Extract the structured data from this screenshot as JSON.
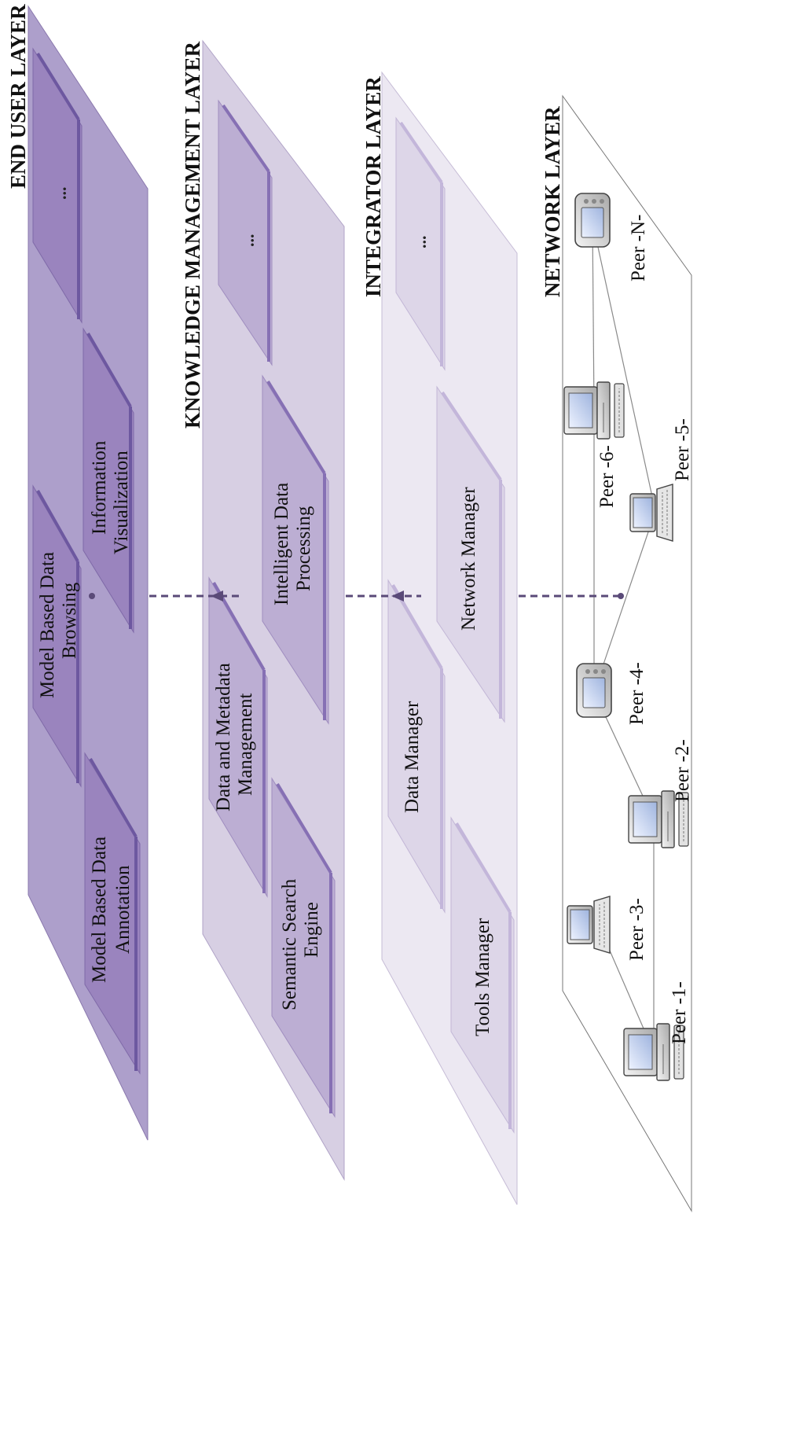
{
  "layers": {
    "end_user": {
      "title": "END USER LAYER",
      "modules": {
        "annotation": [
          "Model Based Data",
          "Annotation"
        ],
        "browsing": [
          "Model Based Data",
          "Browsing"
        ],
        "visualization": [
          "Information",
          "Visualization"
        ],
        "more": "..."
      }
    },
    "knowledge": {
      "title": "KNOWLEDGE MANAGEMENT LAYER",
      "modules": {
        "search": [
          "Semantic Search",
          "Engine"
        ],
        "metadata": [
          "Data and Metadata",
          "Management"
        ],
        "processing": [
          "Intelligent Data",
          "Processing"
        ],
        "more": "..."
      }
    },
    "integrator": {
      "title": "INTEGRATOR LAYER",
      "modules": {
        "tools": "Tools Manager",
        "data": "Data Manager",
        "network": "Network Manager",
        "more": "..."
      }
    },
    "network": {
      "title": "NETWORK LAYER",
      "peers": {
        "p1": "Peer -1-",
        "p2": "Peer -2-",
        "p3": "Peer -3-",
        "p4": "Peer -4-",
        "p5": "Peer -5-",
        "p6": "Peer -6-",
        "pn": "Peer -N-"
      }
    }
  },
  "colors": {
    "end_user_plane": "#ad9fcb",
    "end_user_module": "#9a84be",
    "knowledge_plane": "#d7cfe3",
    "knowledge_module": "#bcaed3",
    "integrator_plane": "#ece8f2",
    "integrator_module": "#ddd6e8",
    "connector": "#5a4a78"
  }
}
